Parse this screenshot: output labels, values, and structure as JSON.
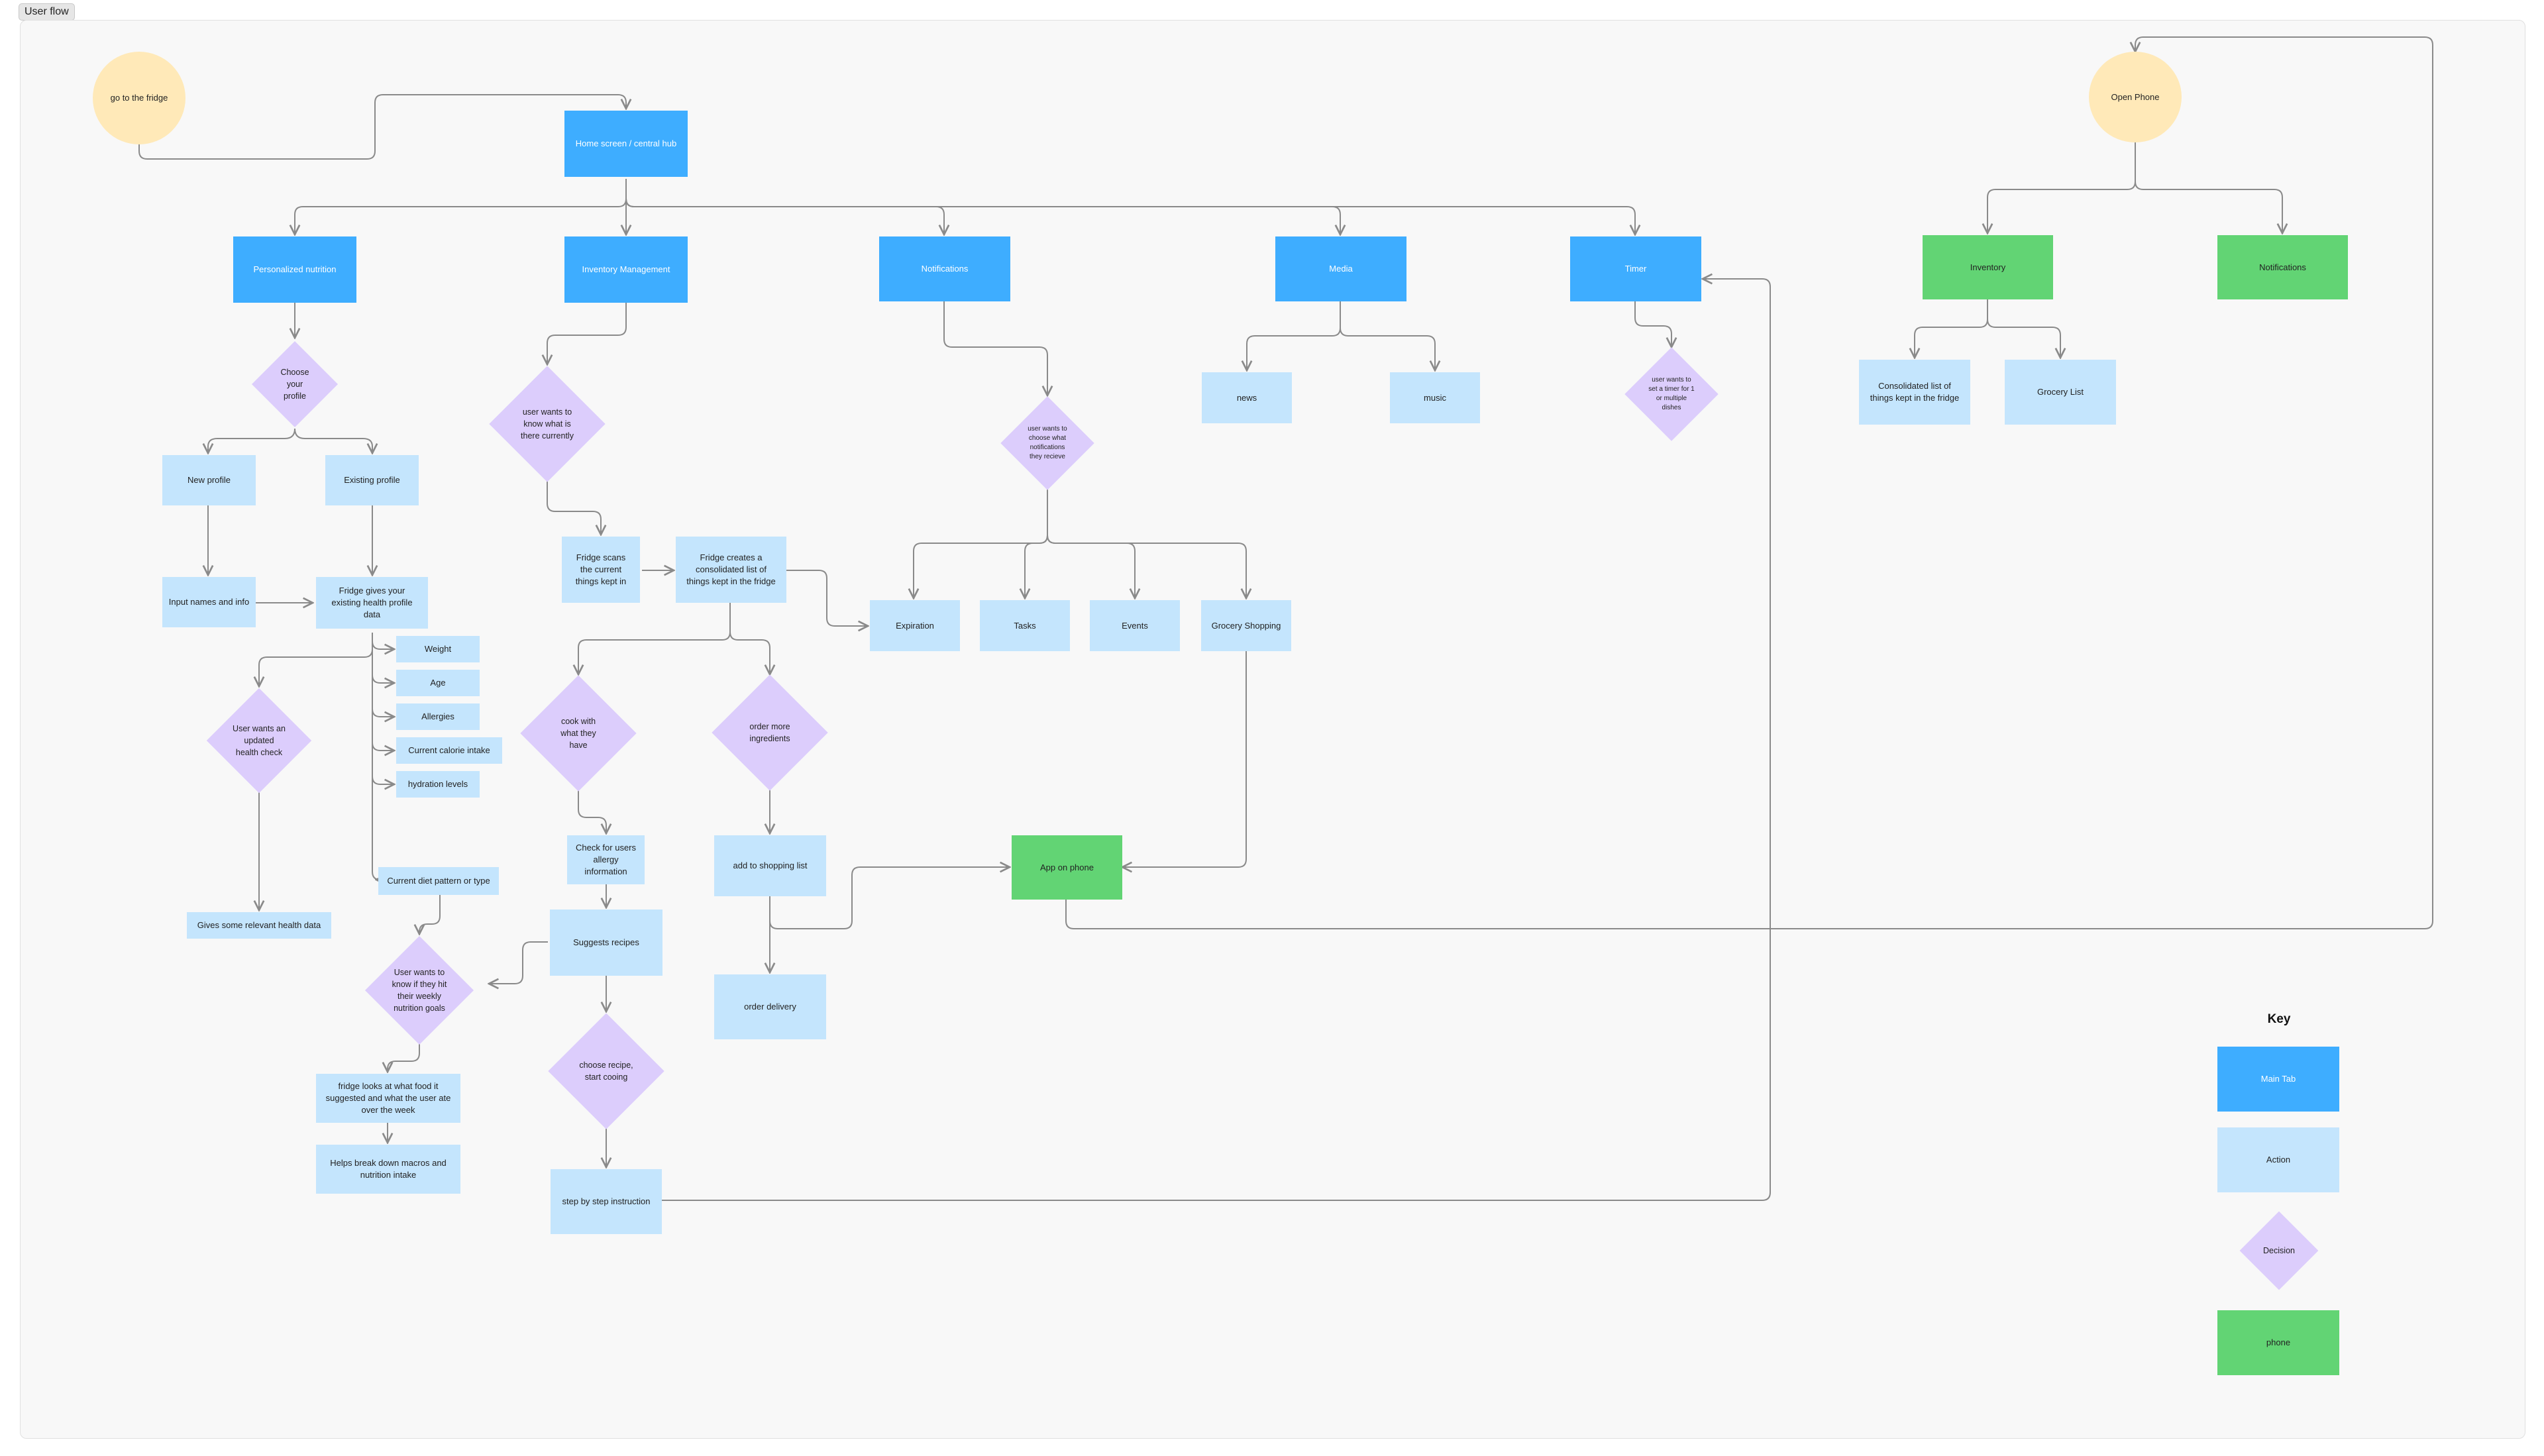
{
  "frame_title": "User flow",
  "nodes": {
    "go_fridge": "go to the fridge",
    "home": "Home screen / central hub",
    "pers_nutrition": "Personalized nutrition",
    "inventory_mgmt": "Inventory Management",
    "notifications": "Notifications",
    "media": "Media",
    "timer": "Timer",
    "choose_profile": "Choose your profile",
    "new_profile": "New profile",
    "existing_profile": "Existing profile",
    "input_names": "Input names and info",
    "fridge_gives": "Fridge gives your existing health profile data",
    "weight": "Weight",
    "age": "Age",
    "allergies": "Allergies",
    "calorie": "Current calorie intake",
    "hydration": "hydration levels",
    "diet_pattern": "Current diet pattern or type",
    "updated_health": "User wants an updated health check",
    "relevant_health": "Gives some relevant health data",
    "weekly_goals": "User wants to know if they hit their weekly nutrition goals",
    "fridge_looks": "fridge looks at what food it suggested and what the user ate over the week",
    "macros": "Helps break down macros and nutrition intake",
    "know_what": "user wants to know what is there currently",
    "fridge_scans": "Fridge scans the current things kept in",
    "fridge_creates": "Fridge creates a consolidated list of things kept in the fridge",
    "cook_with": "cook with what they have",
    "order_more": "order more ingredients",
    "check_allergy": "Check for users allergy information",
    "suggests": "Suggests recipes",
    "choose_recipe": "choose recipe, start cooing",
    "step_by_step": "step by step instruction",
    "add_shopping": "add to shopping list",
    "order_delivery": "order delivery",
    "choose_notif": "user wants to choose what notifications they recieve",
    "expiration": "Expiration",
    "tasks": "Tasks",
    "events": "Events",
    "grocery_shopping": "Grocery Shopping",
    "app_phone": "App on phone",
    "news": "news",
    "music": "music",
    "timer_decision": "user wants to set a timer for 1 or multiple dishes",
    "open_phone": "Open Phone",
    "phone_inventory": "Inventory",
    "phone_notifications": "Notifications",
    "consolidated": "Consolidated list of things kept in the fridge",
    "grocery_list": "Grocery List"
  },
  "key": {
    "title": "Key",
    "main_tab": "Main Tab",
    "action": "Action",
    "decision": "Decision",
    "phone": "phone"
  },
  "colors": {
    "main_tab": "#3eadff",
    "action": "#c4e5fd",
    "decision": "#dccdfc",
    "phone": "#62d474",
    "start": "#ffe9b8",
    "connector": "#8a8a8a"
  }
}
